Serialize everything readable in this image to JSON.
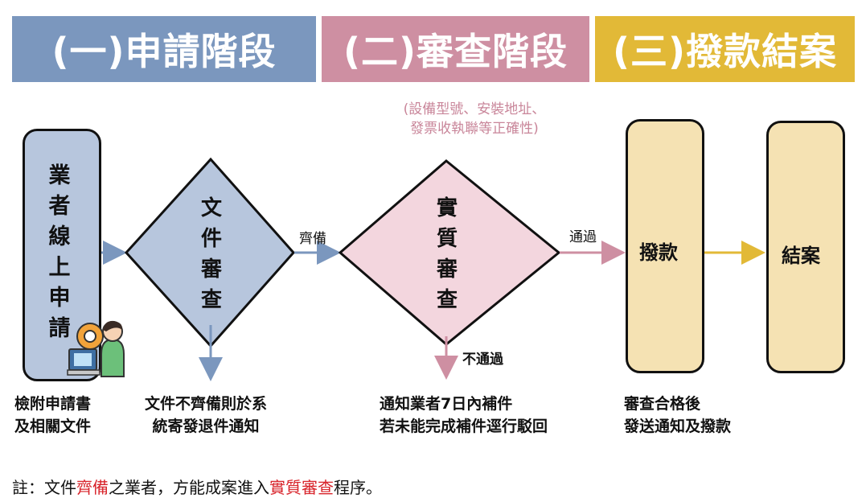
{
  "headers": {
    "phase1": "(一)申請階段",
    "phase2": "(二)審查階段",
    "phase3": "(三)撥款結案"
  },
  "phase2_note": {
    "line1": "(設備型號、安裝地址、",
    "line2": "發票收執聯等正確性)"
  },
  "nodes": {
    "apply": [
      "業",
      "者",
      "線",
      "上",
      "申",
      "請"
    ],
    "doc_review": [
      "文",
      "件",
      "審",
      "查"
    ],
    "substantive_review": [
      "實",
      "質",
      "審",
      "查"
    ],
    "payment": "撥款",
    "close": "結案"
  },
  "edge_labels": {
    "complete": "齊備",
    "pass": "通過",
    "fail": "不通過"
  },
  "bottom_notes": {
    "apply": [
      "檢附申請書",
      "及相關文件"
    ],
    "doc_review": [
      "文件不齊備則於系",
      "統寄發退件通知"
    ],
    "substantive": [
      "通知業者7日內補件",
      "若未能完成補件逕行駁回"
    ],
    "payment": [
      "審查合格後",
      "發送通知及撥款"
    ]
  },
  "footnote": {
    "prefix": "註：文件",
    "hl1": "齊備",
    "mid": "之業者，方能成案進入",
    "hl2": "實質審查",
    "suffix": "程序。"
  },
  "colors": {
    "phase1": "#7b97be",
    "phase2": "#ce8fa2",
    "phase3": "#e2b937",
    "highlight": "#d8232a"
  },
  "icons": [
    "worker-at-computer-icon"
  ]
}
